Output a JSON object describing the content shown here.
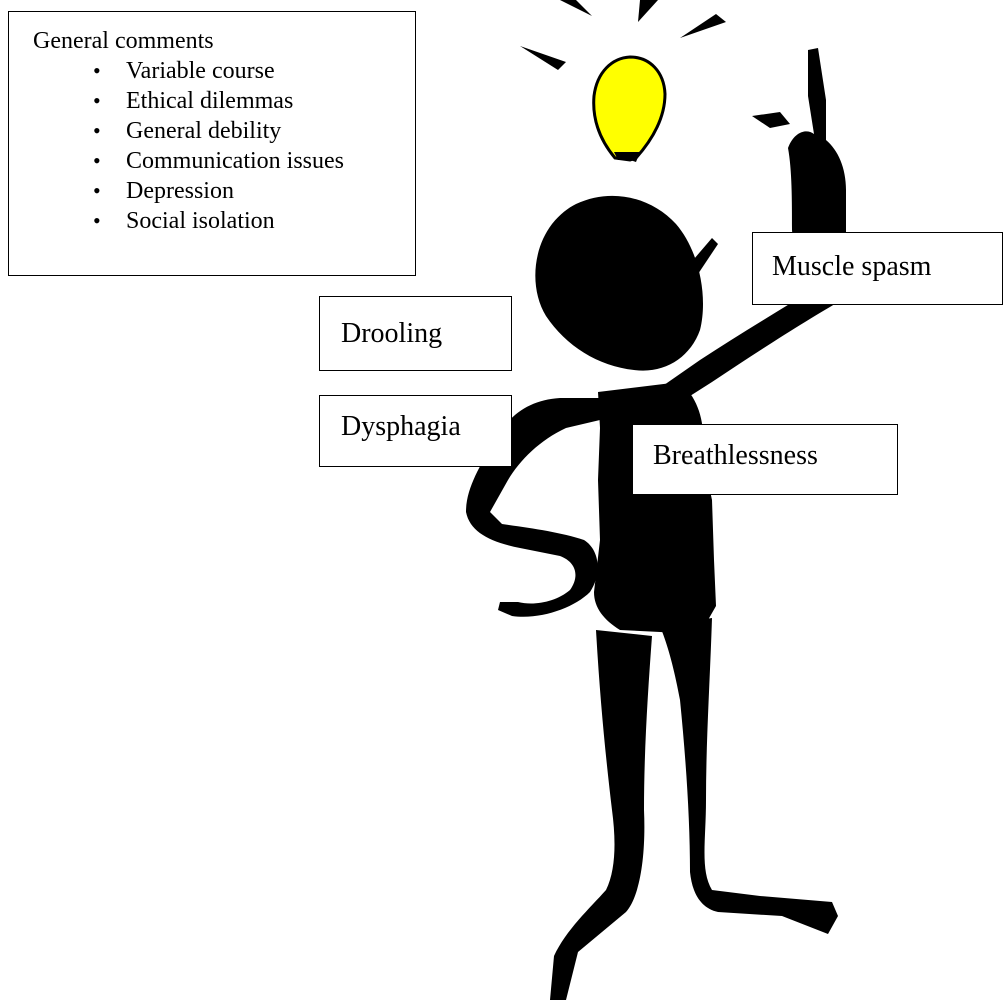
{
  "general_comments": {
    "title": "General comments",
    "items": [
      "Variable course",
      "Ethical dilemmas",
      "General debility",
      "Communication issues",
      "Depression",
      "Social isolation"
    ]
  },
  "labels": {
    "drooling": "Drooling",
    "dysphagia": "Dysphagia",
    "muscle_spasm": "Muscle spasm",
    "breathlessness": "Breathlessness"
  },
  "colors": {
    "figure": "#000000",
    "bulb": "#ffff00",
    "background": "#ffffff"
  }
}
